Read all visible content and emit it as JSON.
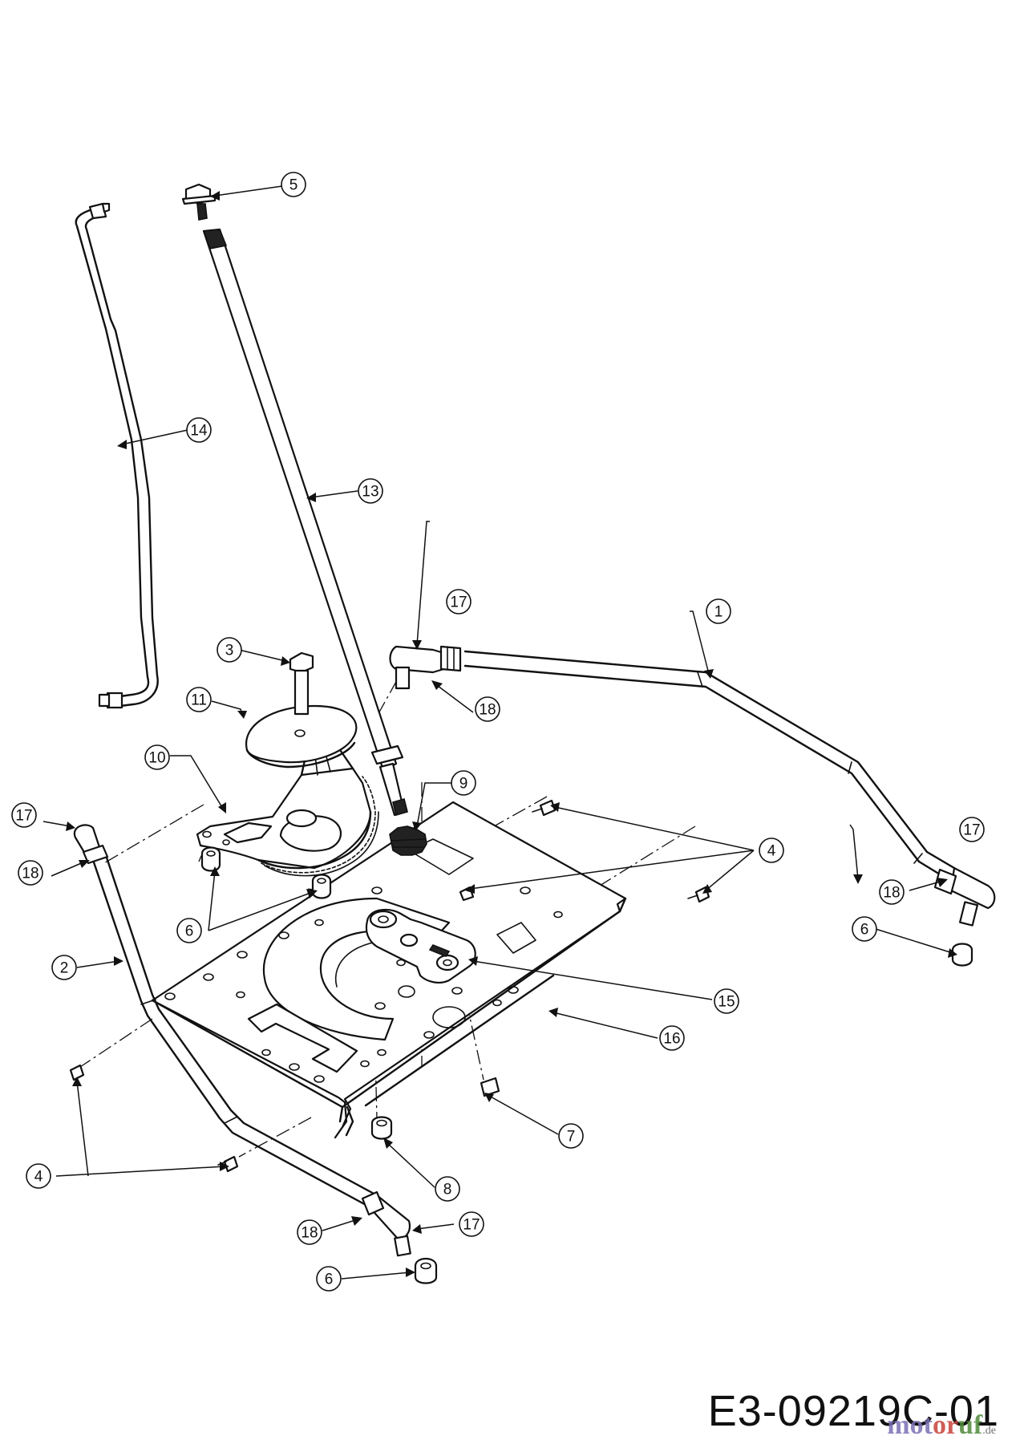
{
  "callouts": [
    "1",
    "2",
    "3",
    "4",
    "4",
    "5",
    "6",
    "6",
    "6",
    "7",
    "8",
    "9",
    "10",
    "11",
    "13",
    "14",
    "15",
    "16",
    "17",
    "17",
    "17",
    "17",
    "18",
    "18",
    "18",
    "18"
  ],
  "drawing_code": "E3-09219C-01",
  "watermark": {
    "part1": "mot",
    "part2": "or",
    "part3": "uf",
    "tld": ".de"
  }
}
